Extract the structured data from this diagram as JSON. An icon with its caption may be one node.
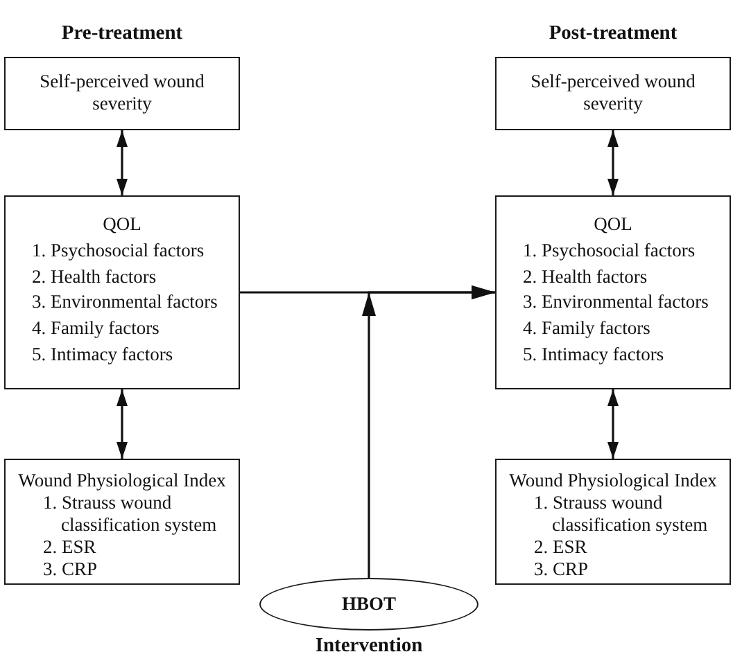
{
  "diagram": {
    "nodes": [
      {
        "text": [
          "Self-perceived wound severity"
        ]
      },
      {
        "text": [
          "QOL",
          "1. Psychosocial factors",
          "2. Health factors",
          "3. Environmental factors",
          "4. Family factors",
          "5. Intimacy factors"
        ]
      },
      {
        "text": [
          "Wound Physiological Index",
          "1. Strauss wound classification system",
          "2. ESR",
          "3. CRP"
        ]
      },
      {
        "text": [
          "Self-perceived wound severity"
        ]
      },
      {
        "text": [
          "QOL",
          "1. Psychosocial factors",
          "2. Health factors",
          "3. Environmental factors",
          "4. Family factors",
          "5. Intimacy factors"
        ]
      },
      {
        "text": [
          "Wound Physiological Index",
          "1. Strauss wound classification system",
          "2. ESR",
          "3. CRP"
        ]
      },
      {
        "text": [
          "HBOT"
        ],
        "beside": [
          "Intervention"
        ]
      }
    ],
    "edges": [
      {
        "from": 0,
        "to": 1,
        "arrow": "both"
      },
      {
        "from": 1,
        "to": 2,
        "arrow": "both"
      },
      {
        "from": 3,
        "to": 4,
        "arrow": "both"
      },
      {
        "from": 4,
        "to": 5,
        "arrow": "both"
      },
      {
        "from": 1,
        "to": 4,
        "arrow": "to"
      },
      {
        "from": 6,
        "to": 4,
        "arrow": "to"
      }
    ],
    "labels": [
      "Pre-treatment",
      "Post-treatment"
    ]
  }
}
